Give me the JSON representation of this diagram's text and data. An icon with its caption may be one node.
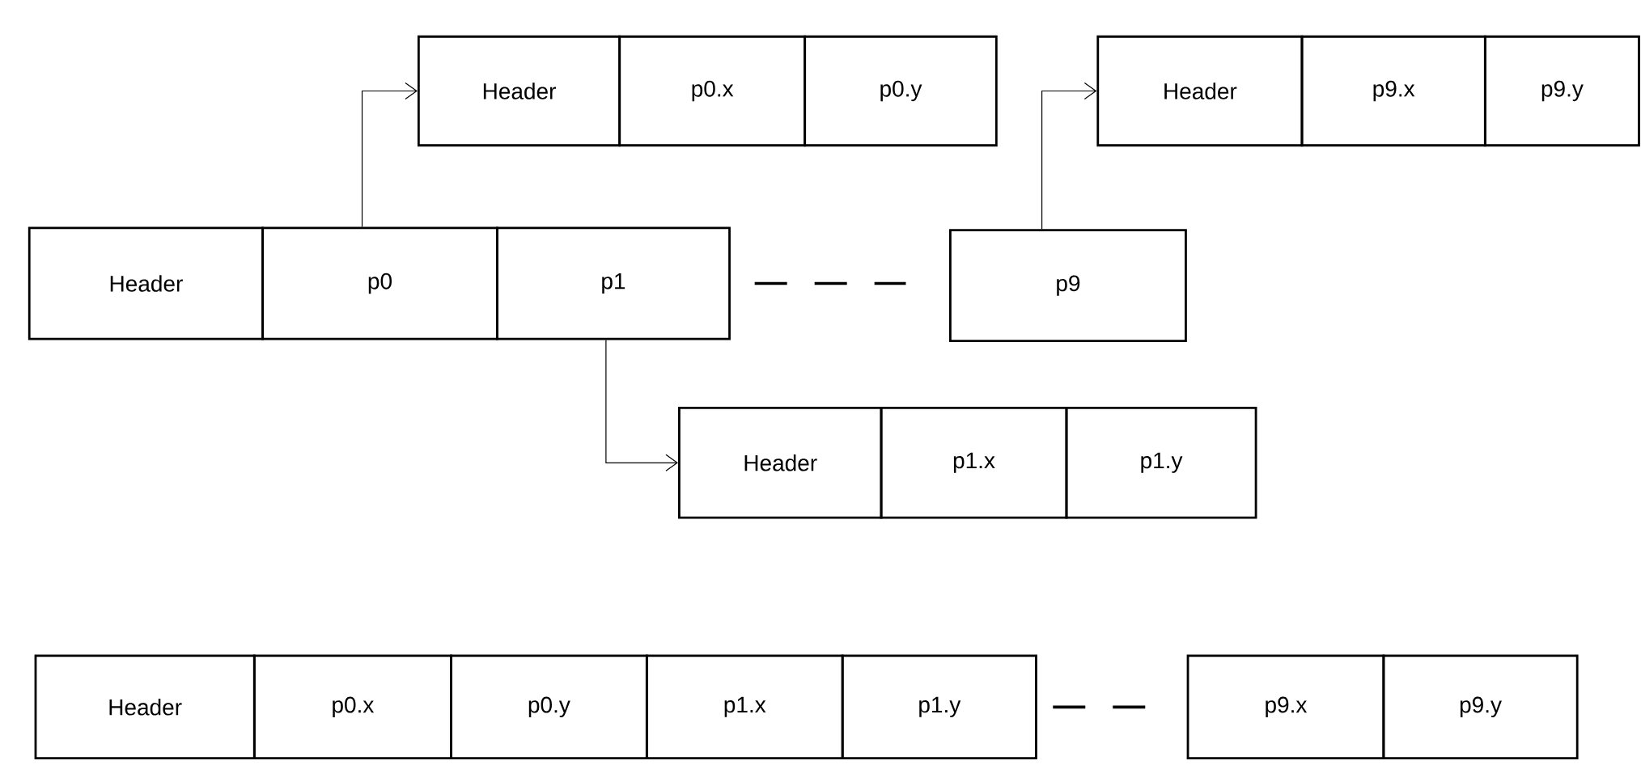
{
  "diagram": {
    "nodes": [
      {
        "text": [
          "Header"
        ]
      },
      {
        "text": [
          "p0.x"
        ]
      },
      {
        "text": [
          "p0.y"
        ]
      },
      {
        "text": [
          "Header"
        ]
      },
      {
        "text": [
          "p9.x"
        ]
      },
      {
        "text": [
          "p9.y"
        ]
      },
      {
        "text": [
          "Header"
        ]
      },
      {
        "text": [
          "p0"
        ]
      },
      {
        "text": [
          "p1"
        ]
      },
      {
        "text": [
          "p9"
        ]
      },
      {
        "text": [
          "Header"
        ]
      },
      {
        "text": [
          "p1.x"
        ]
      },
      {
        "text": [
          "p1.y"
        ]
      },
      {
        "text": [
          "Header"
        ]
      },
      {
        "text": [
          "p0.x"
        ]
      },
      {
        "text": [
          "p0.y"
        ]
      },
      {
        "text": [
          "p1.x"
        ]
      },
      {
        "text": [
          "p1.y"
        ]
      },
      {
        "text": [
          "p9.x"
        ]
      },
      {
        "text": [
          "p9.y"
        ]
      }
    ],
    "edges": [
      {
        "from": 7,
        "to": 0,
        "arrow": "to"
      },
      {
        "from": 9,
        "to": 3,
        "arrow": "to"
      },
      {
        "from": 8,
        "to": 10,
        "arrow": "to"
      },
      {
        "from": 8,
        "to": 9,
        "arrow": "none",
        "style": "dashed"
      },
      {
        "from": 17,
        "to": 18,
        "arrow": "none",
        "style": "dashed"
      }
    ]
  }
}
